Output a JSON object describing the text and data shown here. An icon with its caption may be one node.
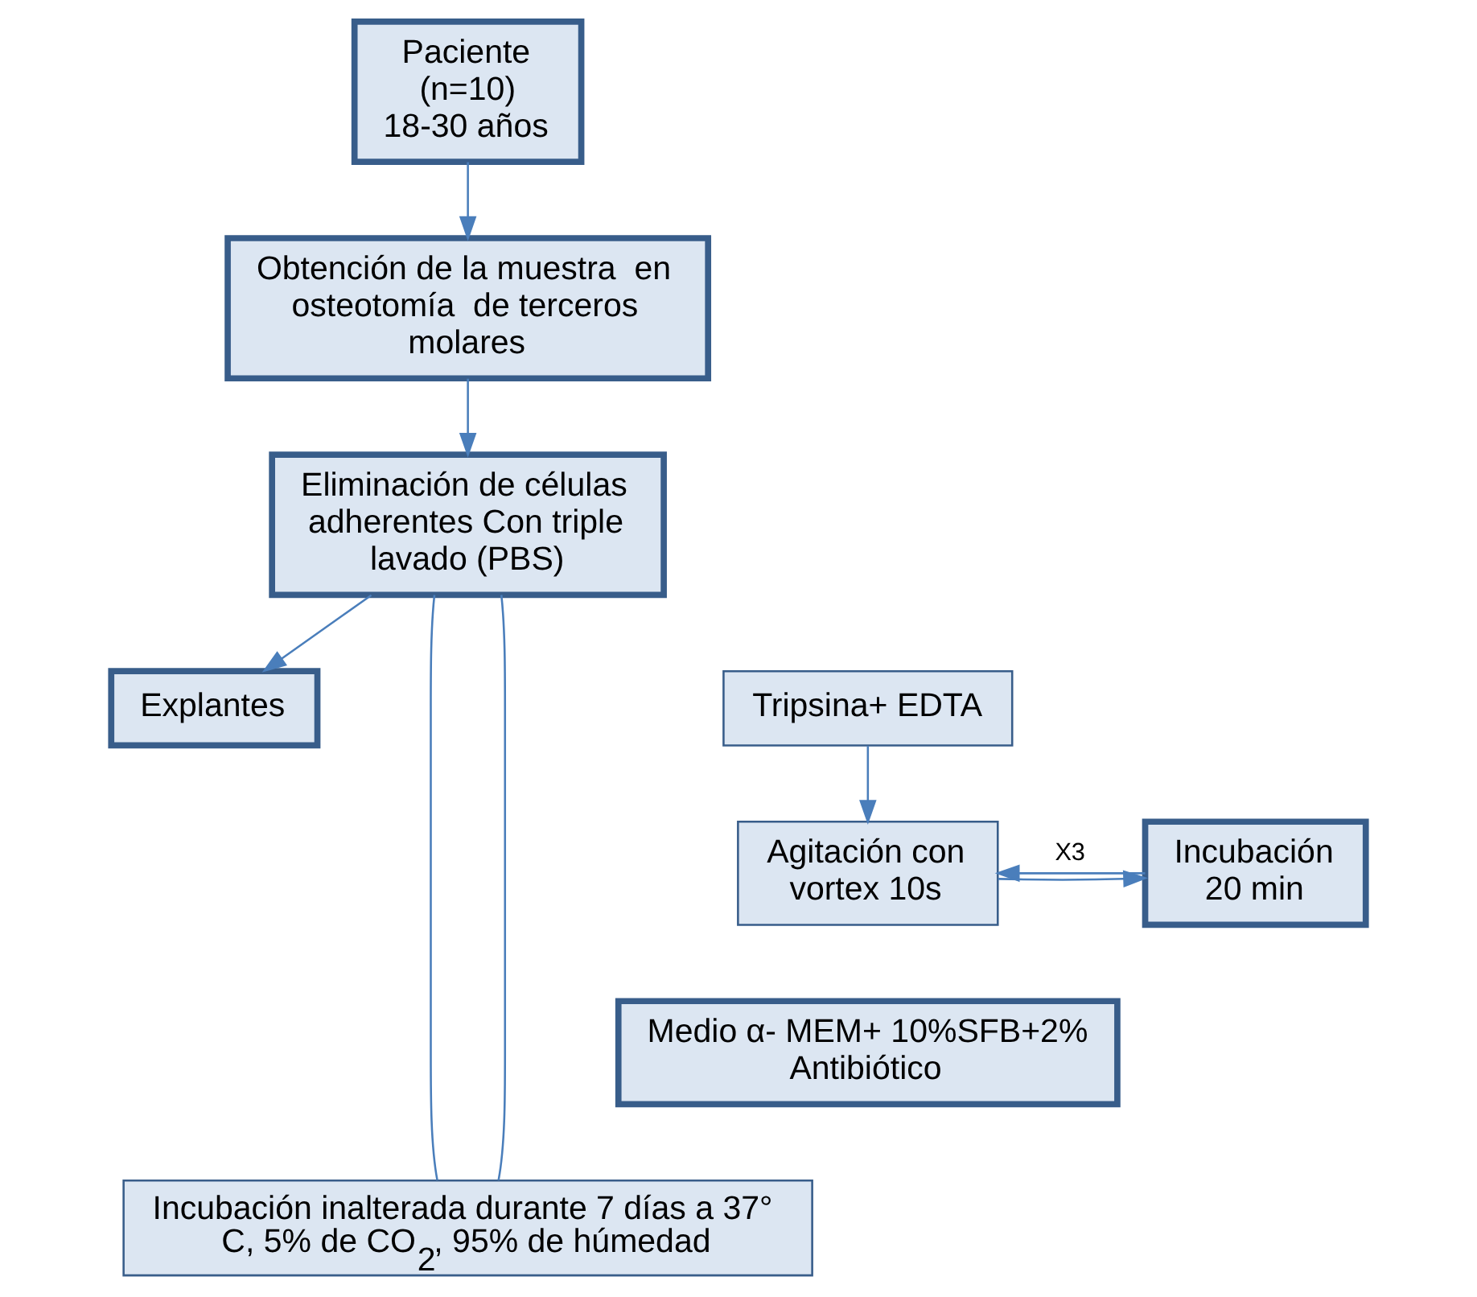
{
  "diagram": {
    "nodes": [
      {
        "text": [
          "Paciente (n=10) 18-30 años"
        ]
      },
      {
        "text": [
          "Obtención de la muestra  en osteotomía  de terceros molares"
        ]
      },
      {
        "text": [
          "Eliminación de células adherentes Con triple lavado (PBS)"
        ]
      },
      {
        "text": [
          "Tripsina+ EDTA"
        ]
      },
      {
        "text": [
          "Explantes"
        ]
      },
      {
        "text": [
          "Incubación 20 min"
        ]
      },
      {
        "text": [
          "Agitación con vortex 10s"
        ]
      },
      {
        "text": [
          "Medio α- MEM+ 10%SFB+2% Antibiótico"
        ]
      },
      {
        "text": [
          "Incubación inalterada durante 7 días a 37° C, 5% de CO$_{2}$, 95% de húmedad"
        ]
      }
    ],
    "edges": [
      {
        "from": 0,
        "to": 1,
        "arrow": "to"
      },
      {
        "from": 1,
        "to": 2,
        "arrow": "to"
      },
      {
        "from": 2,
        "to": 4,
        "arrow": "to"
      },
      {
        "from": 2,
        "to": 8,
        "arrow": "none"
      },
      {
        "from": 2,
        "to": 8,
        "arrow": "none"
      },
      {
        "from": 3,
        "to": 6,
        "arrow": "to"
      },
      {
        "from": 6,
        "to": 5,
        "arrow": "to"
      },
      {
        "from": 5,
        "to": 6,
        "arrow": "to",
        "label": "X3"
      }
    ]
  }
}
